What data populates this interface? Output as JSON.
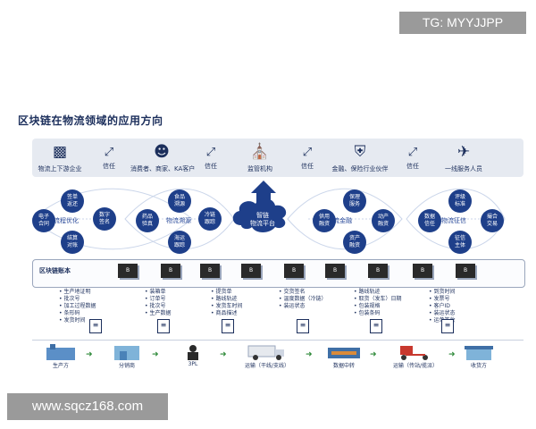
{
  "watermark_top": "TG: MYYJJPP",
  "watermark_bottom": "www.sqcz168.com",
  "title": "区块链在物流领域的应用方向",
  "actors": [
    {
      "icon": "building-icon",
      "label": "物流上下游企业"
    },
    {
      "icon": "people-icon",
      "label": "消费者、商家、KA客户"
    },
    {
      "icon": "government-icon",
      "label": "监管机构"
    },
    {
      "icon": "shield-icon",
      "label": "金融、保险行业伙伴"
    },
    {
      "icon": "courier-icon",
      "label": "一线服务人员"
    }
  ],
  "trust_label": "信任",
  "trust_count": 4,
  "left_cluster": {
    "center": "流程优化",
    "nodes": [
      "签单\n返还",
      "数字\n签名",
      "结算\n对账",
      "电子\n合同"
    ]
  },
  "cluster2": {
    "center": "物流溯源",
    "nodes": [
      "食品\n溯源",
      "冷链\n跟踪",
      "海运\n跟踪",
      "药品\n验真"
    ]
  },
  "cloud": {
    "title": "智链\n物流平台"
  },
  "cluster3": {
    "center": "物流金融",
    "nodes": [
      "保理\n服务",
      "动产\n融资",
      "资产\n融资",
      "供用\n融资"
    ]
  },
  "cluster4": {
    "center": "物流征信",
    "nodes": [
      "评级\n标准",
      "撮合\n交易",
      "征信\n主体",
      "数据\n信任"
    ]
  },
  "chain": {
    "label": "区块链账本",
    "block_label": "B",
    "block_count": 9
  },
  "data_columns": [
    [
      "生产地证明",
      "批次号",
      "加工过程数据",
      "条形码",
      "发货时间"
    ],
    [
      "装箱单",
      "订单号",
      "批次号",
      "生产数据"
    ],
    [
      "提货单",
      "路线轨迹",
      "发货车时间",
      "商品描述"
    ],
    [
      "交货签名",
      "温度数据（冷链）",
      "装运状态"
    ],
    [
      "路线轨迹",
      "取货（发车）日期",
      "包装规格",
      "包装条码"
    ],
    [
      "到货时间",
      "发票号",
      "客户ID",
      "装运状态",
      "运单签收"
    ]
  ],
  "stages": [
    "生产方",
    "分销商",
    "3PL",
    "运输（干线/支线）",
    "数据中转",
    "运输（传站/揽派）",
    "收货方"
  ]
}
